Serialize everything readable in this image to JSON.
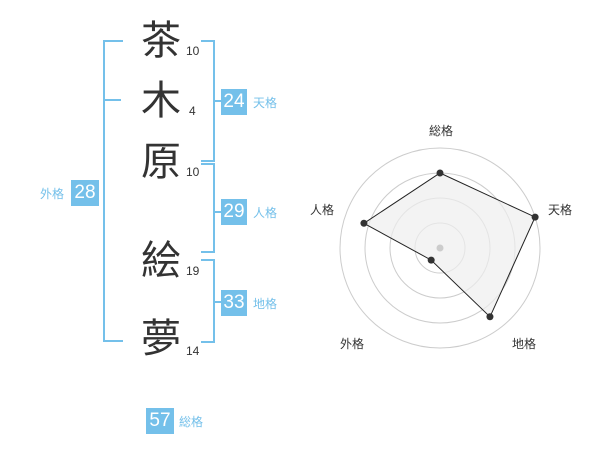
{
  "name": {
    "chars": [
      {
        "char": "茶",
        "strokes": "10"
      },
      {
        "char": "木",
        "strokes": "4"
      },
      {
        "char": "原",
        "strokes": "10"
      },
      {
        "char": "絵",
        "strokes": "19"
      },
      {
        "char": "夢",
        "strokes": "14"
      }
    ]
  },
  "kakusu": {
    "tenkaku": {
      "value": "24",
      "label": "天格"
    },
    "jinkaku": {
      "value": "29",
      "label": "人格"
    },
    "chikaku": {
      "value": "33",
      "label": "地格"
    },
    "gaikaku": {
      "value": "28",
      "label": "外格"
    },
    "soukaku": {
      "value": "57",
      "label": "総格"
    }
  },
  "chart_data": {
    "type": "radar",
    "axes": [
      "総格",
      "天格",
      "地格",
      "外格",
      "人格"
    ],
    "values": [
      0.75,
      1.0,
      0.85,
      0.15,
      0.8
    ],
    "scale_max": 1.0,
    "rings": 4,
    "colors": {
      "line": "#222222",
      "fill": "#eeeeee",
      "grid": "#cccccc",
      "point": "#333333",
      "center": "#cccccc"
    }
  }
}
